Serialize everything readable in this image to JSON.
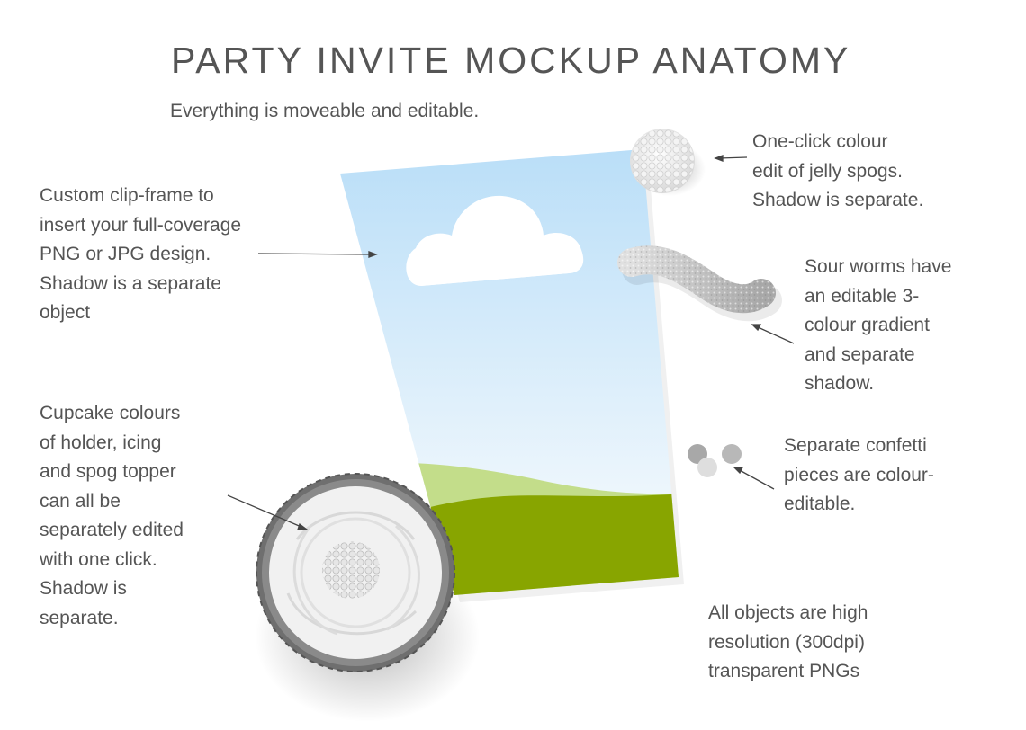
{
  "title": "PARTY INVITE MOCKUP ANATOMY",
  "subtitle": "Everything is moveable and editable.",
  "callouts": {
    "clip_frame": [
      "Custom clip-frame to",
      "insert your full-coverage",
      "PNG or JPG design.",
      "Shadow is a separate",
      "object"
    ],
    "cupcake": [
      "Cupcake colours",
      "of holder, icing",
      "and spog topper",
      "can all be",
      "separately edited",
      "with one click.",
      "Shadow is",
      "separate."
    ],
    "spog": [
      "One-click colour",
      "edit of jelly spogs.",
      "Shadow is separate."
    ],
    "worms": [
      "Sour worms have",
      "an editable 3-",
      "colour gradient",
      "and separate",
      "shadow."
    ],
    "confetti": [
      "Separate confetti",
      "pieces are colour-",
      "editable."
    ],
    "resolution": [
      "All objects are high",
      "resolution (300dpi)",
      "transparent PNGs"
    ]
  },
  "colors": {
    "sky_top": "#b9def8",
    "sky_bottom": "#f2f8fc",
    "light_grass": "#c3dd8a",
    "dark_grass": "#88a500",
    "text": "#555555"
  }
}
